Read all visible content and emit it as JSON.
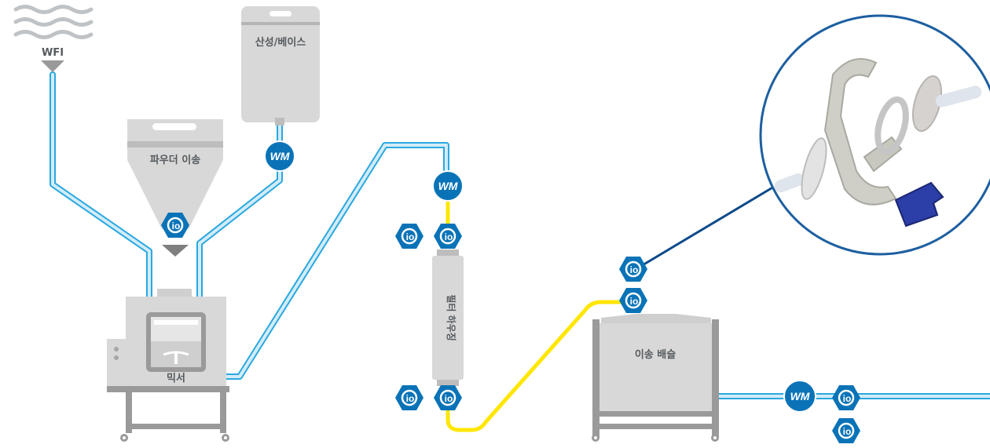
{
  "labels": {
    "wfi": "WFI",
    "acid_base": "산성/베이스",
    "powder_transfer": "파우더 이송",
    "mixer": "믹서",
    "filter": "필터 하우징",
    "transfer_drain": "이송 배슬"
  },
  "badges": {
    "wm_text": "WM",
    "bio_text": "io"
  },
  "colors": {
    "tube_blue": "#2aa8e0",
    "tube_light": "#d3ecf8",
    "tube_yellow": "#ffe600",
    "badge_blue": "#0a73b7",
    "equipment_gray": "#d8d8d8",
    "frame_gray": "#9a9a9a",
    "label_gray": "#555a5e",
    "inset_ring": "#1d5fa0",
    "inset_line": "#0d4a8a"
  },
  "icons": {
    "wfi_source": "water-waves-icon",
    "wm": "wm-badge-icon",
    "bio": "bio-connector-badge-icon",
    "inset": "clamp-assembly-inset-icon"
  }
}
